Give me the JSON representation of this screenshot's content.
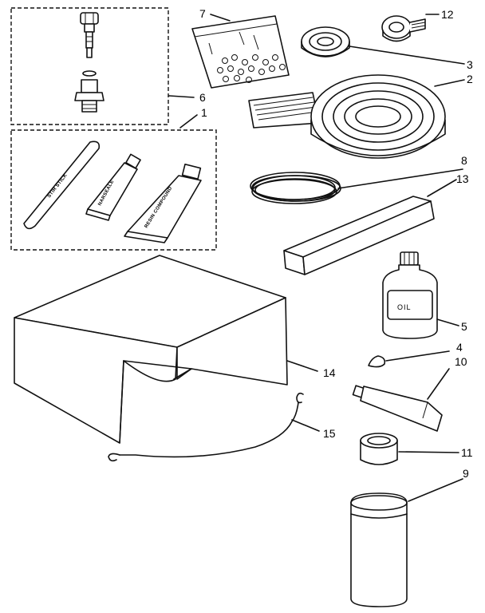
{
  "callouts": {
    "c1": "1",
    "c2": "2",
    "c3": "3",
    "c4": "4",
    "c5": "5",
    "c6": "6",
    "c7": "7",
    "c8": "8",
    "c9": "9",
    "c10": "10",
    "c11": "11",
    "c12": "12",
    "c13": "13",
    "c14": "14",
    "c15": "15"
  },
  "part_labels": {
    "stir_stick": "STIR STICK",
    "tube_small": "NARSEALE",
    "tube_large": "RESIN COMPOUND",
    "bottle": "OIL"
  },
  "colors": {
    "ink": "#111111",
    "paper": "#ffffff"
  }
}
